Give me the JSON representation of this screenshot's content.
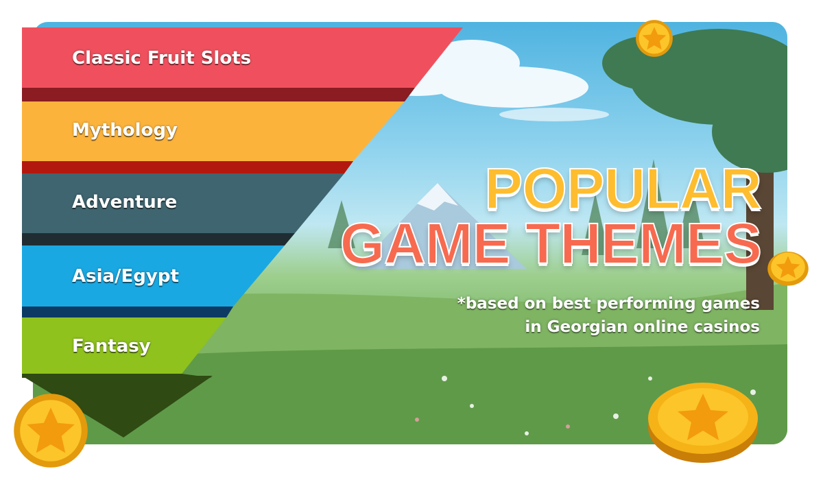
{
  "themes": [
    {
      "label": "Classic Fruit Slots",
      "color": "#f0505e",
      "shadow": "#8a1c22"
    },
    {
      "label": "Mythology",
      "color": "#fbb33c",
      "shadow": "#b3180f"
    },
    {
      "label": "Adventure",
      "color": "#3f6570",
      "shadow": "#1f2d33"
    },
    {
      "label": "Asia/Egypt",
      "color": "#1aa8e2",
      "shadow": "#0c3a63"
    },
    {
      "label": "Fantasy",
      "color": "#8fc21c",
      "shadow": "#2f4a12"
    }
  ],
  "headline": {
    "line1": "POPULAR",
    "line2": "GAME THEMES"
  },
  "note": {
    "line1": "*based on best performing games",
    "line2": "in Georgian online casinos"
  },
  "icons": {
    "coin": "star-coin-icon"
  }
}
